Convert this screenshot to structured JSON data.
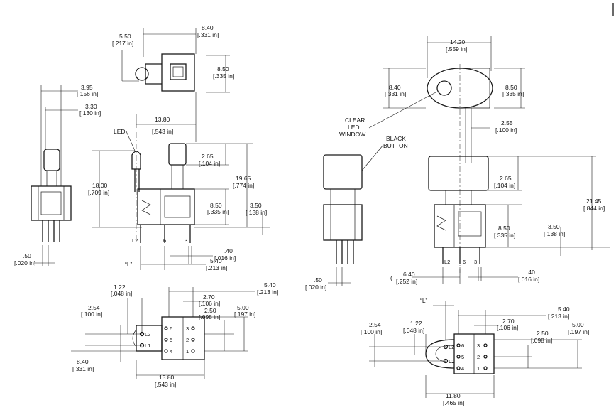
{
  "dims": {
    "d_540_217": "5.50",
    "d_540_217_in": "[.217 in]",
    "d_840_331_top": "8.40",
    "d_840_331_top_in": "[.331 in]",
    "d_850_335_top": "8.50",
    "d_850_335_top_in": "[.335 in]",
    "d_395": "3.95",
    "d_395_in": "[.156 in]",
    "d_330": "3.30",
    "d_330_in": "[.130 in]",
    "d_1380_mid": "13.80",
    "d_1380_mid_in": "[.543 in]",
    "led": "LED",
    "d_265_l": "2.65",
    "d_265_l_in": "[.104 in]",
    "d_1800": "18.00",
    "d_1800_in": "[.709 in]",
    "d_1965": "19.65",
    "d_1965_in": "[.774 in]",
    "d_850_l_mid": "8.50",
    "d_850_l_mid_in": "[.335 in]",
    "d_350_l": "3.50",
    "d_350_l_in": "[.138 in]",
    "pin_l2_a": "L2",
    "pin_6_a": "6",
    "pin_3_a": "3",
    "d_40_l": ".40",
    "d_40_l_in": "[.016 in]",
    "d_50_l": ".50",
    "d_50_l_in": "[.020 in]",
    "L_left": "“L”",
    "d_540_213_l": "5.40",
    "d_540_213_l_in": "[.213 in]",
    "d_122_l": "1.22",
    "d_122_l_in": "[.048 in]",
    "d_254_l": "2.54",
    "d_254_l_in": "[.100 in]",
    "d_270_l": "2.70",
    "d_270_l_in": "[.106 in]",
    "d_250_l": "2.50",
    "d_250_l_in": "[.098 in]",
    "d_500_l": "5.00",
    "d_500_l_in": "[.197 in]",
    "d_540_bl": "5.40",
    "d_540_bl_in": "[.213 in]",
    "d_840_bl": "8.40",
    "d_840_bl_in": "[.331 in]",
    "d_1380_bl": "13.80",
    "d_1380_bl_in": "[.543 in]",
    "d_1420": "14.20",
    "d_1420_in": "[.559 in]",
    "d_840_r": "8.40",
    "d_840_r_in": "[.331 in]",
    "d_850_r": "8.50",
    "d_850_r_in": "[.335 in]",
    "clear1": "CLEAR",
    "clear2": "LED",
    "clear3": "WINDOW",
    "d_255": "2.55",
    "d_255_in": "[.100 in]",
    "black1": "BLACK",
    "black2": "BUTTON",
    "d_265_r": "2.65",
    "d_265_r_in": "[.104 in]",
    "d_2145": "21.45",
    "d_2145_in": "[.844 in]",
    "d_850_r_mid": "8.50",
    "d_850_r_mid_in": "[.335 in]",
    "d_350_r": "3.50",
    "d_350_r_in": "[.138 in]",
    "pin_l2_b": "L2",
    "pin_6_b": "6",
    "pin_3_b": "3",
    "d_50_r": ".50",
    "d_50_r_in": "[.020 in]",
    "d_640": "6.40",
    "d_640_in": "[.252 in]",
    "d_40_r": ".40",
    "d_40_r_in": "[.016 in]",
    "L_right": "“L”",
    "d_540_r": "5.40",
    "d_540_r_in": "[.213 in]",
    "d_254_r": "2.54",
    "d_254_r_in": "[.100 in]",
    "d_122_r": "1.22",
    "d_122_r_in": "[.048 in]",
    "d_270_r": "2.70",
    "d_270_r_in": "[.106 in]",
    "d_500_r": "5.00",
    "d_500_r_in": "[.197 in]",
    "d_250_r": "2.50",
    "d_250_r_in": "[.098 in]",
    "d_1180": "11.80",
    "d_1180_in": "[.465 in]",
    "pins_left": [
      "L2",
      "L1"
    ],
    "pins_mid": [
      "6",
      "5",
      "4"
    ],
    "pins_right": [
      "3",
      "2",
      "1"
    ]
  }
}
